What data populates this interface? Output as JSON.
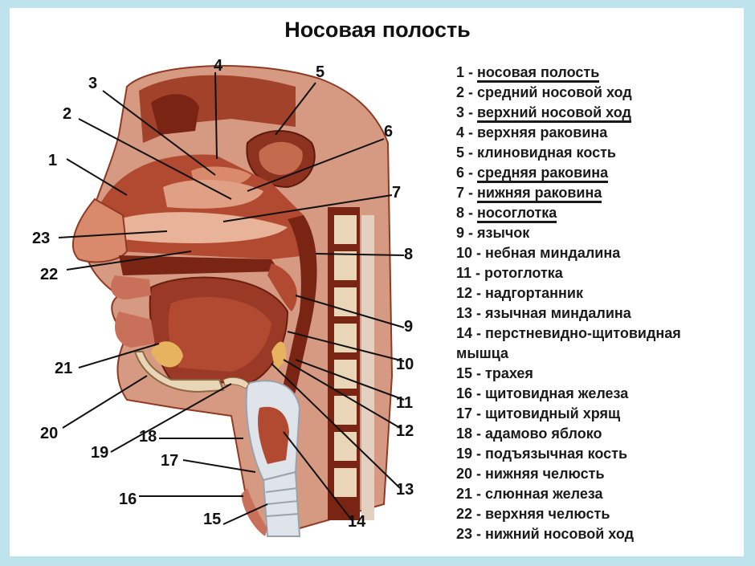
{
  "title": "Носовая полость",
  "callouts": [
    "1",
    "2",
    "3",
    "4",
    "5",
    "6",
    "7",
    "8",
    "9",
    "10",
    "11",
    "12",
    "13",
    "14",
    "15",
    "16",
    "17",
    "18",
    "19",
    "20",
    "21",
    "22",
    "23"
  ],
  "legend": [
    {
      "num": "1",
      "sep": " - ",
      "text": "носовая полость",
      "underlined": true
    },
    {
      "num": "2",
      "sep": " - ",
      "text": "средний носовой ход",
      "underlined": false
    },
    {
      "num": "3",
      "sep": " - ",
      "text": "верхний носовой ход",
      "underlined": true
    },
    {
      "num": "4",
      "sep": " - ",
      "text": "верхняя раковина",
      "underlined": false
    },
    {
      "num": "5",
      "sep": " - ",
      "text": "клиновидная кость",
      "underlined": false
    },
    {
      "num": "6",
      "sep": " - ",
      "text": "средняя раковина",
      "underlined": true
    },
    {
      "num": "7",
      "sep": " - ",
      "text": "нижняя раковина",
      "underlined": true
    },
    {
      "num": "8",
      "sep": " - ",
      "text": "носоглотка",
      "underlined": true
    },
    {
      "num": "9",
      "sep": " - ",
      "text": "язычок",
      "underlined": false
    },
    {
      "num": "10",
      "sep": " - ",
      "text": "небная миндалина",
      "underlined": false
    },
    {
      "num": "11",
      "sep": " - ",
      "text": "ротоглотка",
      "underlined": false
    },
    {
      "num": "12",
      "sep": " - ",
      "text": "надгортанник",
      "underlined": false
    },
    {
      "num": "13",
      "sep": " - ",
      "text": "язычная миндалина",
      "underlined": false
    },
    {
      "num": "14",
      "sep": " - ",
      "text": "перстневидно-щитовидная",
      "underlined": false
    },
    {
      "num": "",
      "sep": "",
      "text": "мышца",
      "underlined": false
    },
    {
      "num": "15",
      "sep": " - ",
      "text": "трахея",
      "underlined": false
    },
    {
      "num": "16",
      "sep": " - ",
      "text": "щитовидная железа",
      "underlined": false
    },
    {
      "num": "17",
      "sep": " - ",
      "text": "щитовидный хрящ",
      "underlined": false
    },
    {
      "num": "18",
      "sep": " - ",
      "text": "адамово яблоко",
      "underlined": false
    },
    {
      "num": "19",
      "sep": " - ",
      "text": "подъязычная кость",
      "underlined": false
    },
    {
      "num": "20",
      "sep": " - ",
      "text": "нижняя челюсть",
      "underlined": false
    },
    {
      "num": "21",
      "sep": " - ",
      "text": "слюнная железа",
      "underlined": false
    },
    {
      "num": "22",
      "sep": " - ",
      "text": "верхняя челюсть",
      "underlined": false
    },
    {
      "num": "23",
      "sep": " - ",
      "text": "нижний носовой ход",
      "underlined": false
    }
  ],
  "colors": {
    "background": "#bfe3ec",
    "tissue_dark": "#7a2414",
    "tissue_mid": "#b14a30",
    "tissue_light": "#d98a6c",
    "skin": "#d69a82",
    "bone": "#e9d6b8",
    "cartilage": "#dfe3ea"
  }
}
